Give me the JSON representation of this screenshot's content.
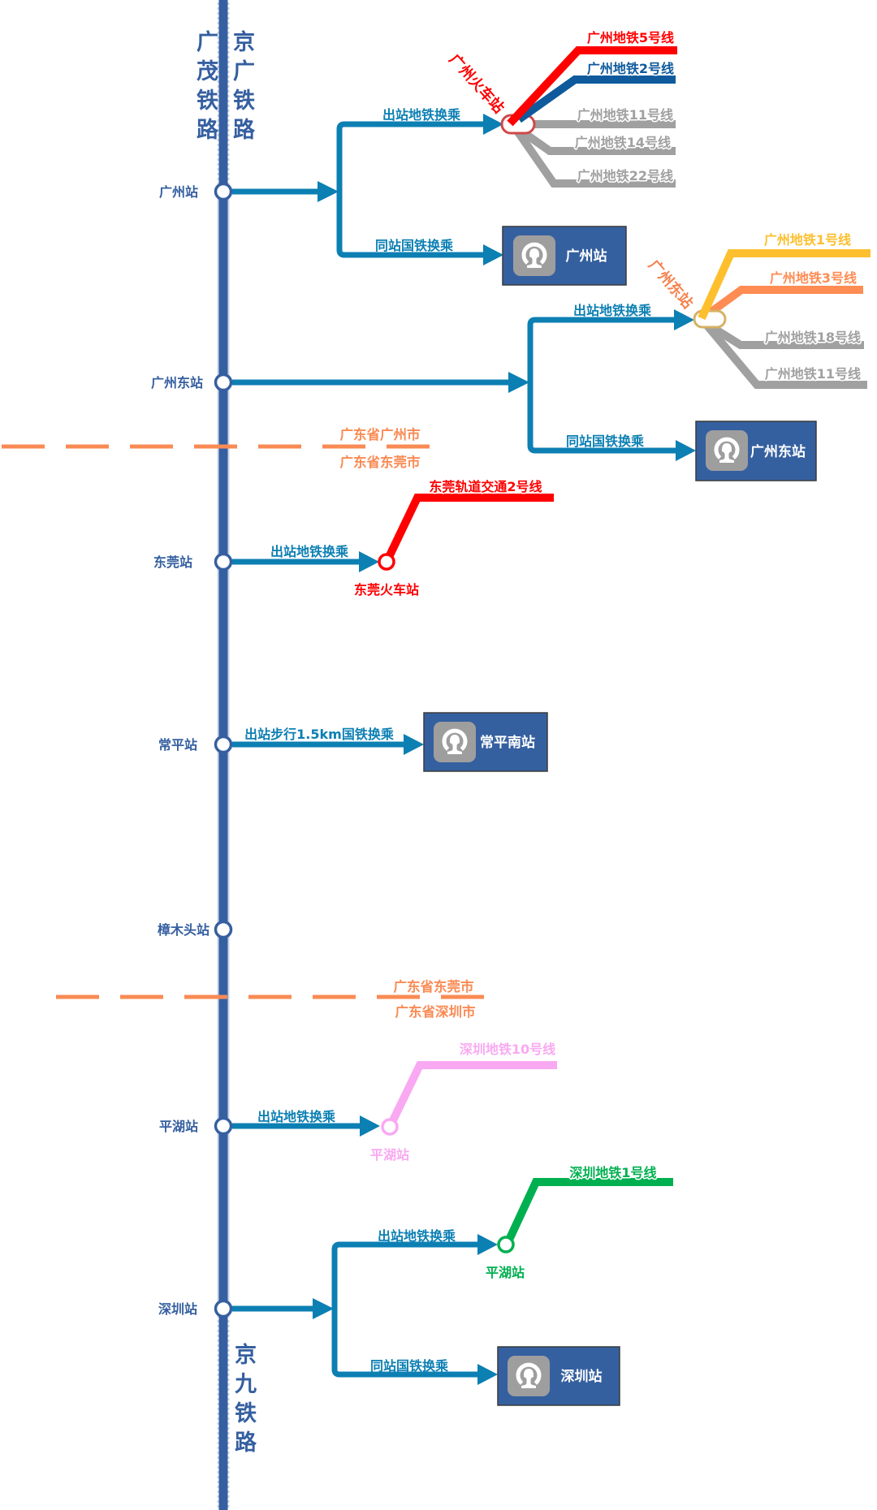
{
  "railways": {
    "guangmao": "广茂铁路",
    "jingguang": "京广铁路",
    "jingjiu": "京九铁路"
  },
  "colors": {
    "mainline": "#355FA0",
    "mainline_outline": "#C9D4E6",
    "transfer": "#0C7FB3",
    "boundary": "#F98B54",
    "rail_box": "#3560A0",
    "rail_icon_bg": "#9E9E9E"
  },
  "stations": [
    {
      "name": "广州站",
      "metro_transfer": {
        "label": "出站地铁换乘",
        "station": "广州火车站",
        "station_color": "#FF0000",
        "lines": [
          {
            "name": "广州地铁5号线",
            "color": "#FF0000"
          },
          {
            "name": "广州地铁2号线",
            "color": "#0E5A9C"
          },
          {
            "name": "广州地铁11号线",
            "color": "#A0A0A0"
          },
          {
            "name": "广州地铁14号线",
            "color": "#A0A0A0"
          },
          {
            "name": "广州地铁22号线",
            "color": "#A0A0A0"
          }
        ]
      },
      "rail_transfer": {
        "label": "同站国铁换乘",
        "station": "广州站",
        "icon": "china-railway-logo"
      }
    },
    {
      "name": "广州东站",
      "metro_transfer": {
        "label": "出站地铁换乘",
        "station": "广州东站",
        "station_color": "#F4824E",
        "lines": [
          {
            "name": "广州地铁1号线",
            "color": "#FDBF2D"
          },
          {
            "name": "广州地铁3号线",
            "color": "#FF8C53"
          },
          {
            "name": "广州地铁18号线",
            "color": "#A0A0A0"
          },
          {
            "name": "广州地铁11号线",
            "color": "#A0A0A0"
          }
        ]
      },
      "rail_transfer": {
        "label": "同站国铁换乘",
        "station": "广州东站",
        "icon": "china-railway-logo"
      }
    },
    {
      "name": "东莞站",
      "metro_transfer": {
        "label": "出站地铁换乘",
        "station": "东莞火车站",
        "station_color": "#FF0000",
        "lines": [
          {
            "name": "东莞轨道交通2号线",
            "color": "#FF0000"
          }
        ]
      }
    },
    {
      "name": "常平站",
      "rail_transfer": {
        "label": "出站步行1.5km国铁换乘",
        "station": "常平南站",
        "icon": "china-railway-logo"
      }
    },
    {
      "name": "樟木头站"
    },
    {
      "name": "平湖站",
      "metro_transfer": {
        "label": "出站地铁换乘",
        "station": "平湖站",
        "station_color": "#F9A9F2",
        "lines": [
          {
            "name": "深圳地铁10号线",
            "color": "#F9A9F2"
          }
        ]
      }
    },
    {
      "name": "深圳站",
      "metro_transfer": {
        "label": "出站地铁换乘",
        "station": "平湖站",
        "station_color": "#00B050",
        "lines": [
          {
            "name": "深圳地铁1号线",
            "color": "#00B050"
          }
        ]
      },
      "rail_transfer": {
        "label": "同站国铁换乘",
        "station": "深圳站",
        "icon": "china-railway-logo"
      }
    }
  ],
  "boundaries": [
    {
      "north": "广东省广州市",
      "south": "广东省东莞市"
    },
    {
      "north": "广东省东莞市",
      "south": "广东省深圳市"
    }
  ]
}
